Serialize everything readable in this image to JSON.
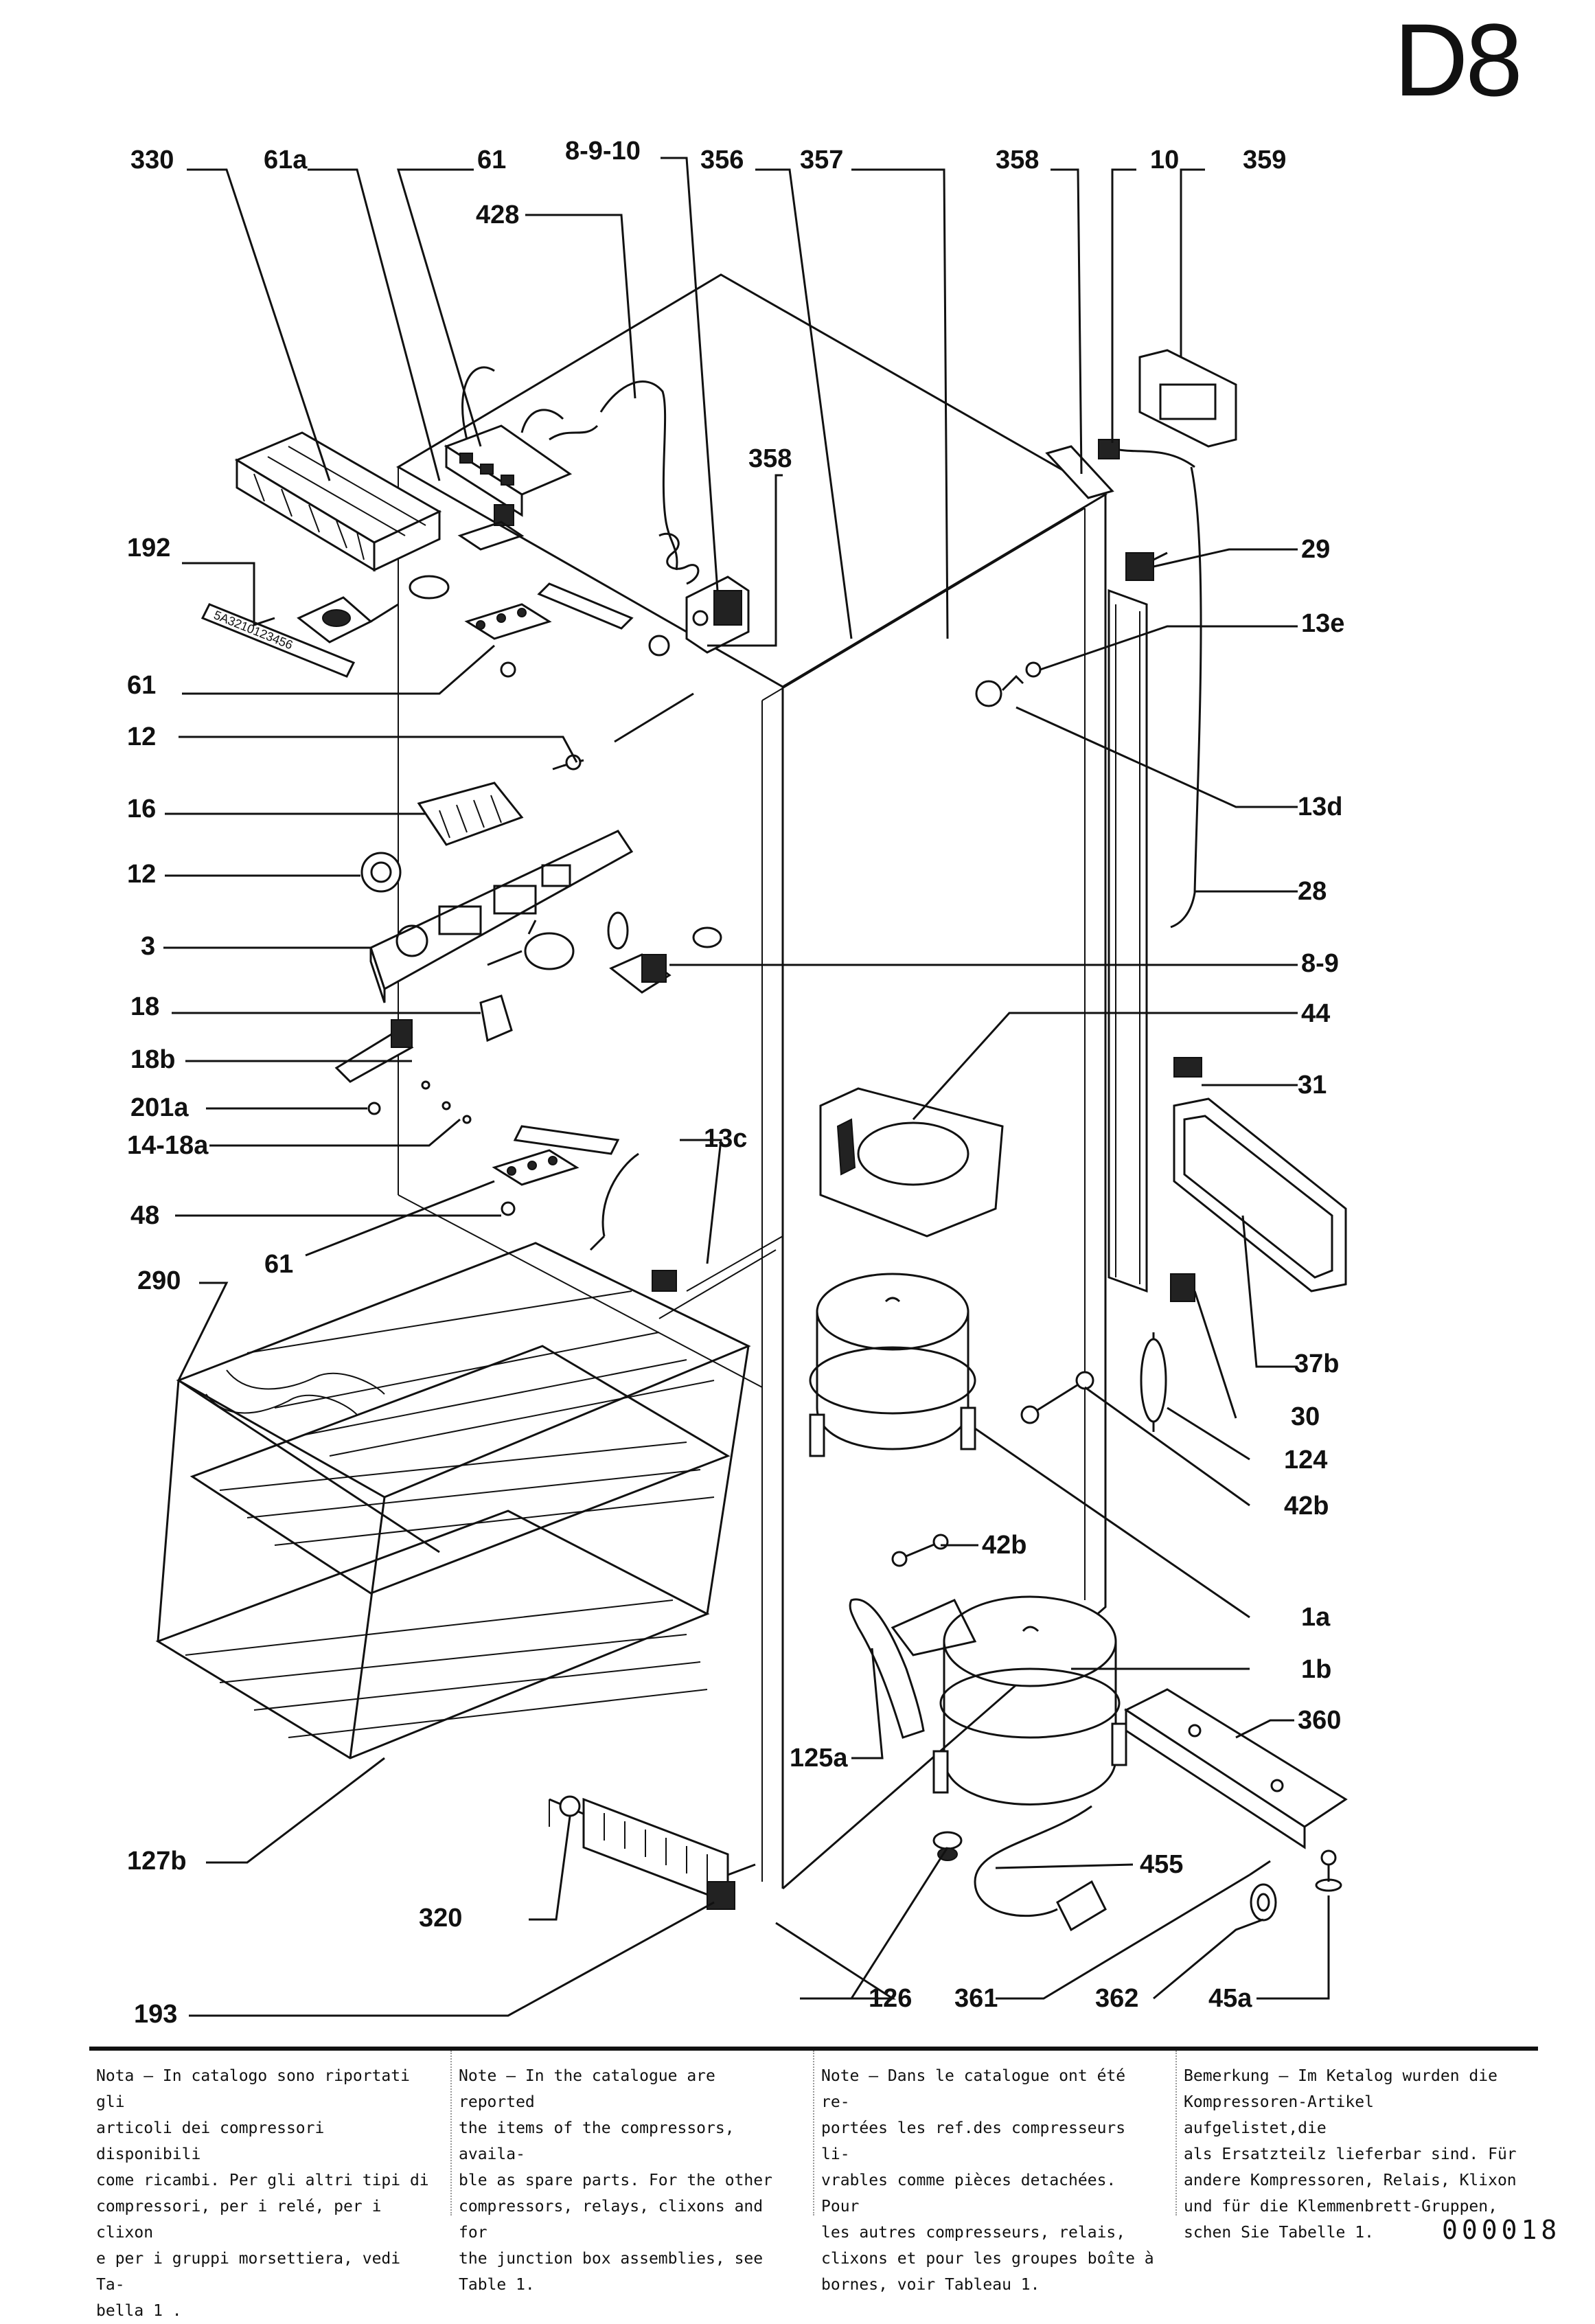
{
  "page_code": "D8",
  "doc_number": "000018",
  "callouts": {
    "c330": "330",
    "c61a": "61a",
    "c61top": "61",
    "c8910": "8-9-10",
    "c356": "356",
    "c357": "357",
    "c358top": "358",
    "c10": "10",
    "c359": "359",
    "c428": "428",
    "c358mid": "358",
    "c192": "192",
    "c61left": "61",
    "c12a": "12",
    "c16": "16",
    "c12b": "12",
    "c3": "3",
    "c18": "18",
    "c18b": "18b",
    "c201a": "201a",
    "c1418a": "14-18a",
    "c48": "48",
    "c61bottom": "61",
    "c290": "290",
    "c13c": "13c",
    "c127b": "127b",
    "c320": "320",
    "c193": "193",
    "c29": "29",
    "c13e": "13e",
    "c13d": "13d",
    "c28": "28",
    "c89": "8-9",
    "c44": "44",
    "c31": "31",
    "c37b": "37b",
    "c30": "30",
    "c124": "124",
    "c42b_right": "42b",
    "c42b_mid": "42b",
    "c1a": "1a",
    "c1b": "1b",
    "c360": "360",
    "c125a": "125a",
    "c455": "455",
    "c126": "126",
    "c361": "361",
    "c362": "362",
    "c45a": "45a"
  },
  "label_strip": "5A3210123456",
  "notes": {
    "it": "Nota – In catalogo sono riportati gli\narticoli dei compressori disponibili\ncome ricambi. Per gli altri tipi di\ncompressori, per i relé, per i clixon\ne per i gruppi morsettiera, vedi Ta-\nbella 1 .",
    "en": "Note – In the catalogue are reported\nthe items of the compressors, availa-\nble as spare parts. For the other\ncompressors, relays, clixons and for\nthe junction box assemblies, see\nTable 1.",
    "fr": "Note – Dans le catalogue ont été re-\nportées les ref.des compresseurs li-\nvrables comme pièces detachées. Pour\nles autres compresseurs, relais,\nclixons et pour les groupes boîte à\nbornes, voir Tableau 1.",
    "de": "Bemerkung – Im Ketalog wurden die\nKompressoren-Artikel aufgelistet,die\nals Ersatzteilz lieferbar sind. Für\nandere Kompressoren, Relais, Klixon\nund für die Klemmenbrett-Gruppen,\nschen Sie Tabelle 1."
  }
}
